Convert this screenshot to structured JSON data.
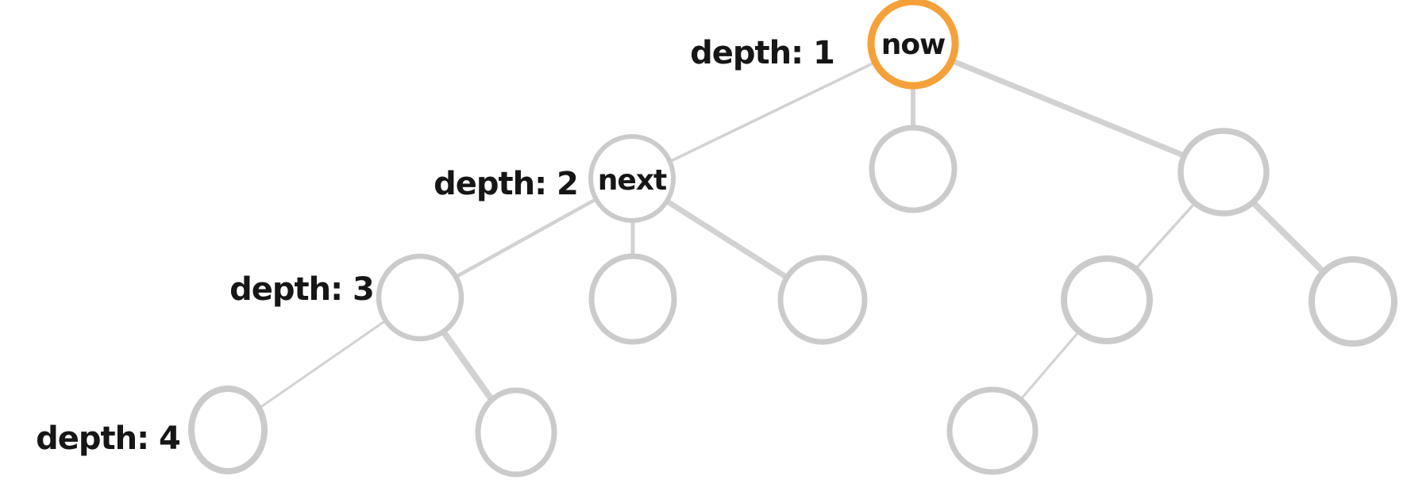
{
  "colors": {
    "highlight": "#F4A139",
    "node_stroke": "#CBCBCB",
    "edge": "#D2D2D2",
    "text": "#161616",
    "background": "#FFFFFF"
  },
  "depth_labels": {
    "d1": "depth: 1",
    "d2": "depth: 2",
    "d3": "depth: 3",
    "d4": "depth: 4"
  },
  "node_labels": {
    "current": "now",
    "next": "next"
  },
  "tree": {
    "type": "tree",
    "levels": 4,
    "nodes_per_depth": [
      1,
      3,
      5,
      3
    ],
    "highlighted_node": "now",
    "structure": [
      {
        "node": "now",
        "depth": 1,
        "children": 3
      },
      {
        "node": "next",
        "depth": 2,
        "children": 3
      },
      {
        "node": "depth2-middle",
        "depth": 2,
        "children": 0
      },
      {
        "node": "depth2-right",
        "depth": 2,
        "children": 2
      },
      {
        "node": "depth3-a",
        "depth": 3,
        "children": 2
      },
      {
        "node": "depth3-b",
        "depth": 3,
        "children": 0
      },
      {
        "node": "depth3-c",
        "depth": 3,
        "children": 0
      },
      {
        "node": "depth3-d",
        "depth": 3,
        "children": 1
      },
      {
        "node": "depth3-e",
        "depth": 3,
        "children": 0
      },
      {
        "node": "depth4-a",
        "depth": 4,
        "children": 0
      },
      {
        "node": "depth4-b",
        "depth": 4,
        "children": 0
      },
      {
        "node": "depth4-c",
        "depth": 4,
        "children": 0
      }
    ]
  }
}
